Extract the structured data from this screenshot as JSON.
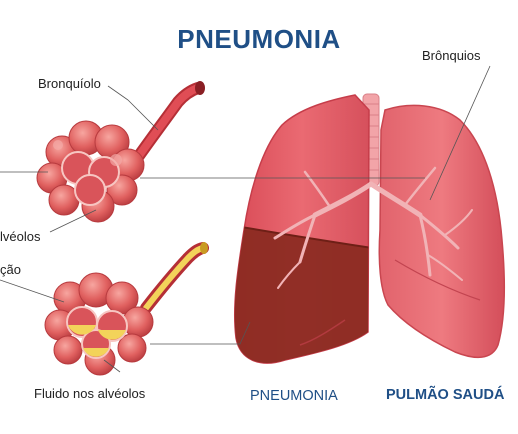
{
  "title": "PNEUMONIA",
  "labels": {
    "bronchiole": "Bronquíolo",
    "bronchi": "Brônquios",
    "alveoli": "lvéolos",
    "inflammation": "ção",
    "fluid": "Fluido nos alvéolos"
  },
  "captions": {
    "pneumonia": "PNEUMONIA",
    "healthy": "PULMÃO SAUDÁ"
  },
  "colors": {
    "title": "#1f4f86",
    "lung": "#e35a63",
    "infected": "#8a2a20",
    "fluid": "#f3d35a"
  }
}
